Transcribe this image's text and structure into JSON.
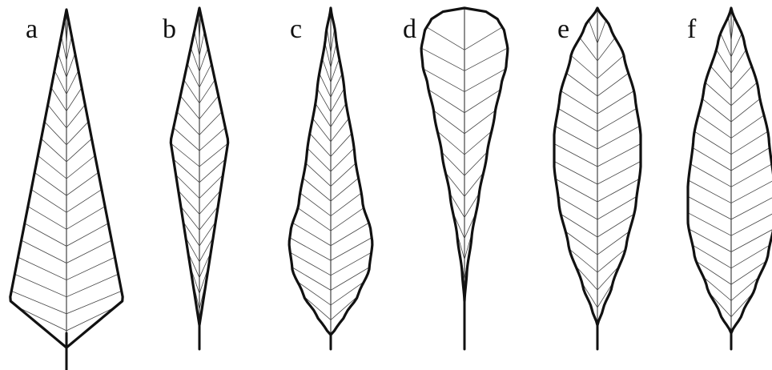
{
  "figure": {
    "panels": [
      {
        "id": "a",
        "label": "a",
        "shape": "pointed-diamond, widest near base with angular corners"
      },
      {
        "id": "b",
        "label": "b",
        "shape": "narrow diamond, widest at middle"
      },
      {
        "id": "c",
        "label": "c",
        "shape": "flask-like, widest in lower third"
      },
      {
        "id": "d",
        "label": "d",
        "shape": "spatulate, rounded apex and tapering base"
      },
      {
        "id": "e",
        "label": "e",
        "shape": "elliptic, widest slightly above middle"
      },
      {
        "id": "f",
        "label": "f",
        "shape": "lanceolate curved, widest below middle"
      }
    ],
    "colors": {
      "outline": "#111111",
      "vein": "#444444",
      "background": "#ffffff"
    }
  }
}
